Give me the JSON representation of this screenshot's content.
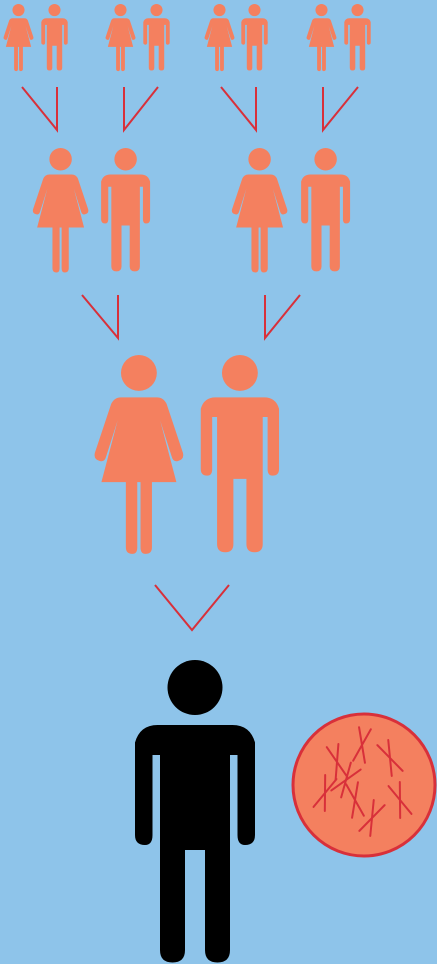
{
  "diagram": {
    "kind": "family-tree-inheritance",
    "generations": [
      {
        "level": "great-grandparents",
        "couples": 4
      },
      {
        "level": "grandparents",
        "couples": 2
      },
      {
        "level": "parents",
        "couples": 1
      },
      {
        "level": "child",
        "couples": 0
      }
    ],
    "icons": {
      "female": "female-person-icon",
      "male": "male-person-icon",
      "child": "male-person-icon",
      "cell": "chromosome-cell-icon"
    }
  },
  "colors": {
    "background": "#8ec4ea",
    "ancestor": "#f4805f",
    "child": "#000000",
    "connector": "#d8303a",
    "cell_fill": "#f4805f",
    "cell_stroke": "#d8303a",
    "chromosome": "#d8303a"
  }
}
